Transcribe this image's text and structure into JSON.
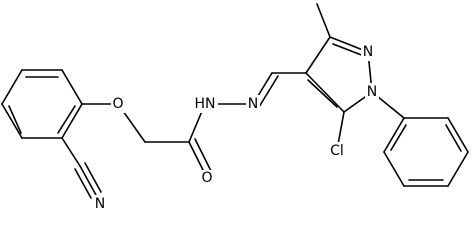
{
  "structure": {
    "atom_labels": {
      "ether_oxygen": "O",
      "carbonyl_oxygen": "O",
      "hydrazide_nh": "HN",
      "imine_n": "N",
      "pyrazole_n2": "N",
      "pyrazole_n1": "N",
      "chloro": "Cl",
      "nitrile_n": "N"
    }
  }
}
